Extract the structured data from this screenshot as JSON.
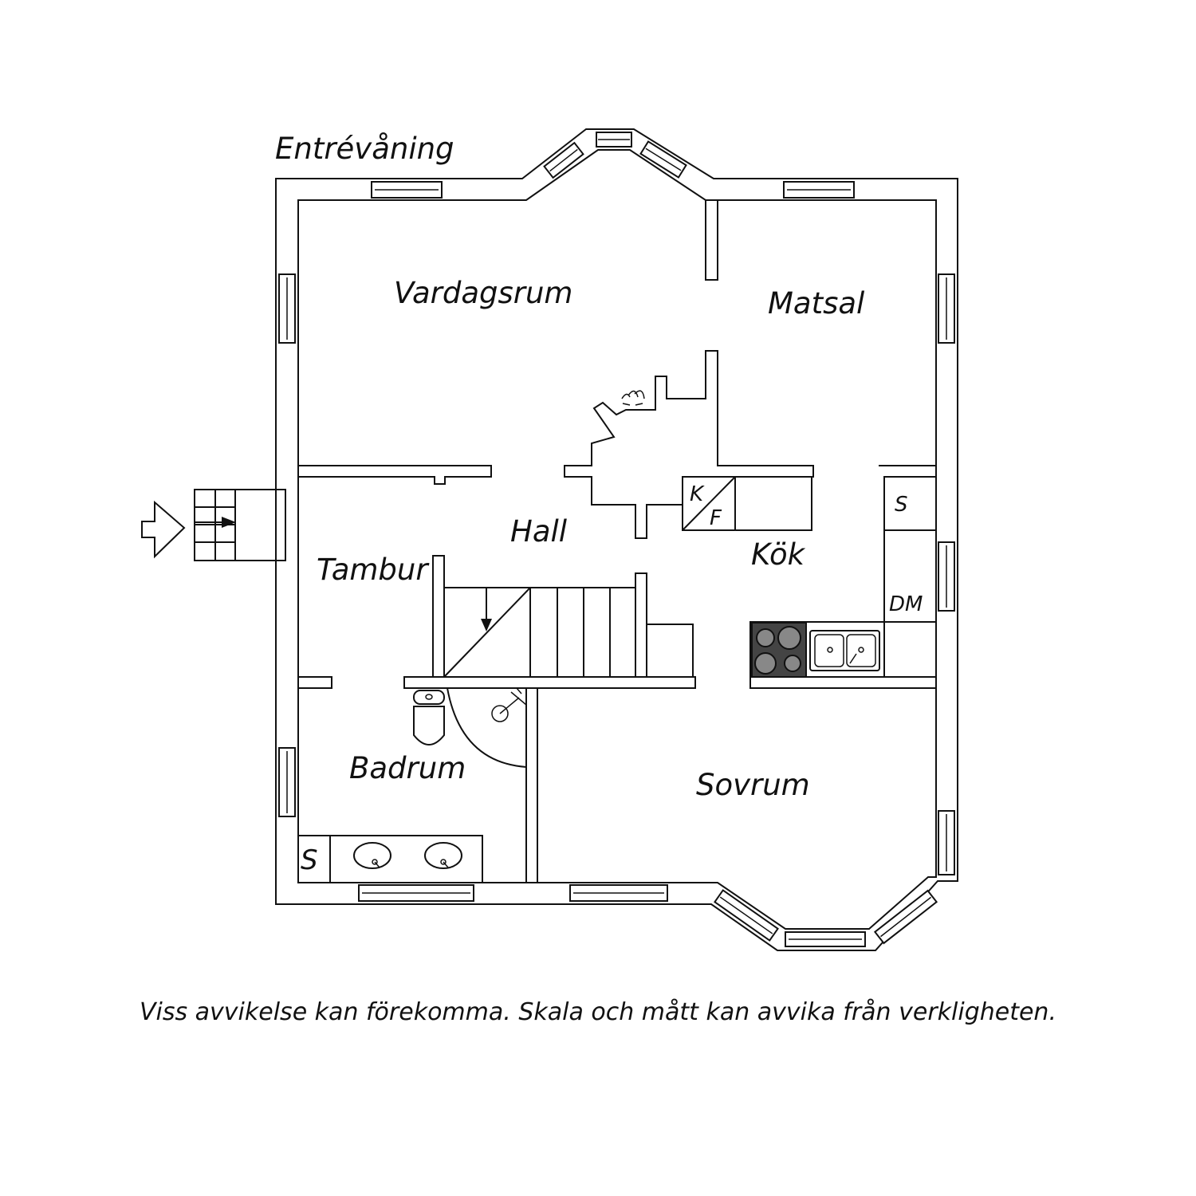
{
  "floor_title": "Entrévåning",
  "rooms": {
    "vardagsrum": "Vardagsrum",
    "matsal": "Matsal",
    "hall": "Hall",
    "kok": "Kök",
    "tambur": "Tambur",
    "badrum": "Badrum",
    "sovrum": "Sovrum"
  },
  "fixtures": {
    "kyl": "K",
    "frys": "F",
    "skap_kok": "S",
    "diskmaskin": "DM",
    "skap_bad": "S"
  },
  "footer": "Viss avvikelse kan förekomma. Skala och mått kan avvika från verkligheten."
}
